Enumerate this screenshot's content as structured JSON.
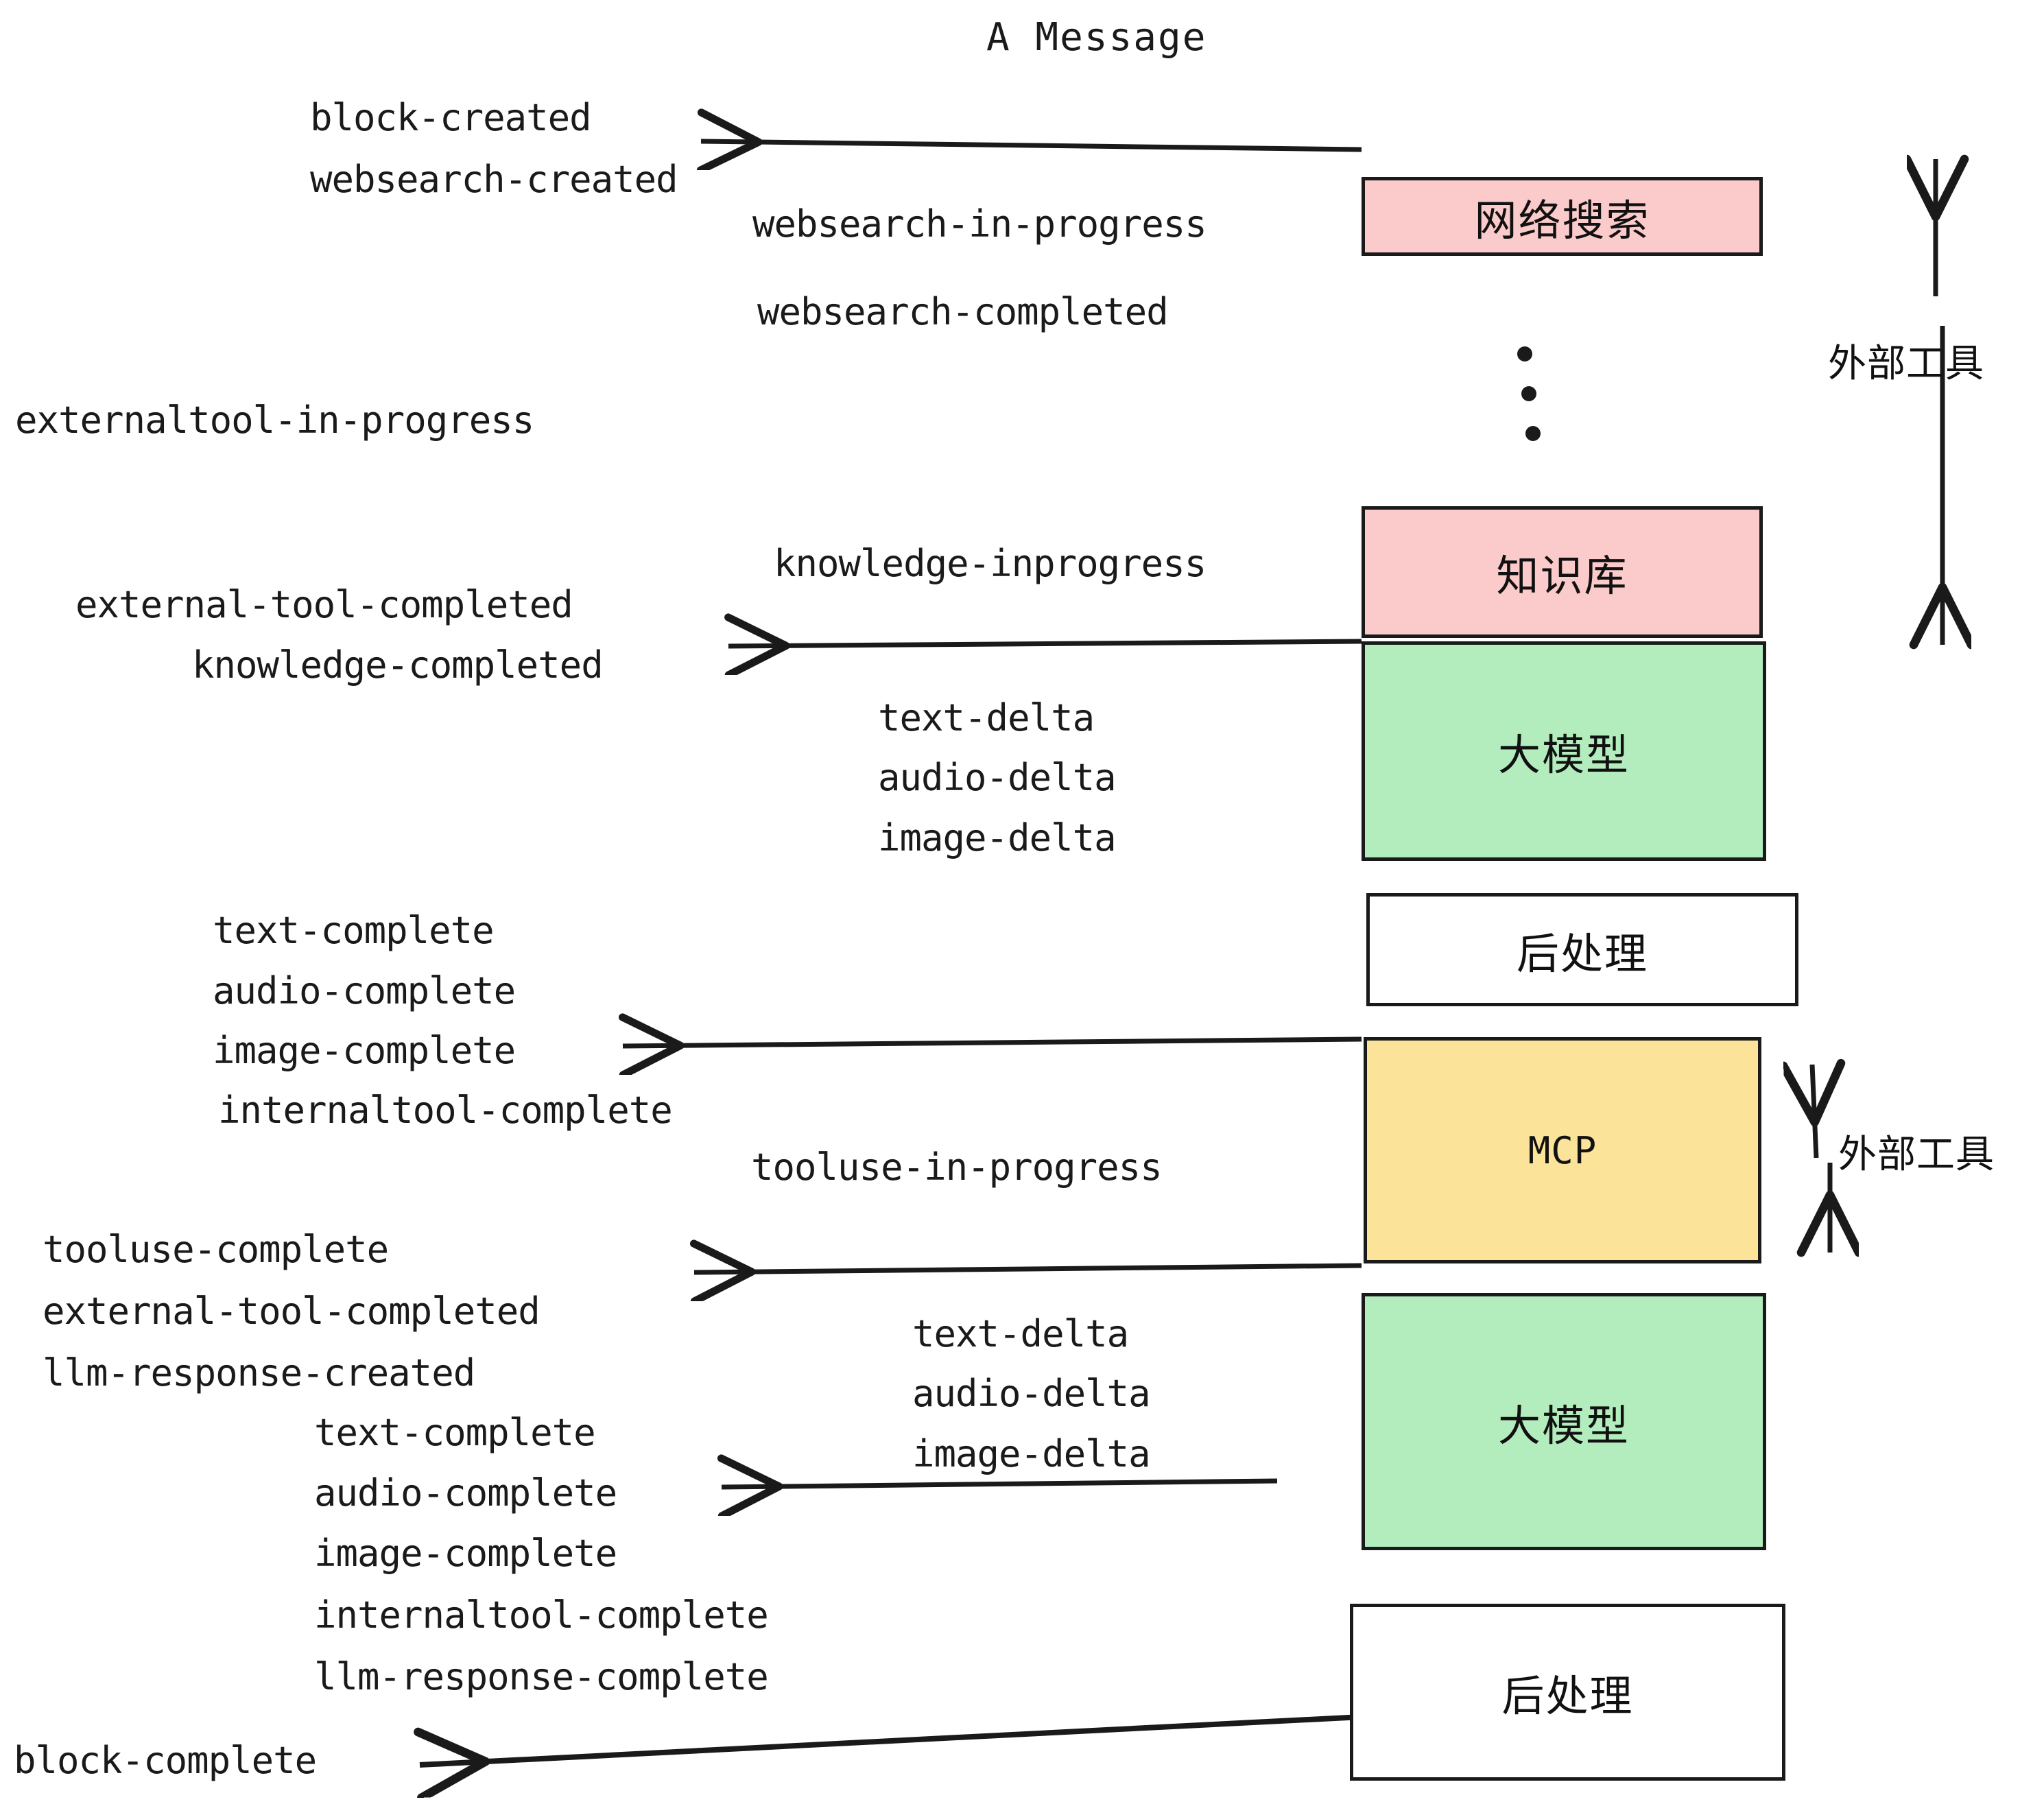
{
  "title": "A Message",
  "colors": {
    "pink": "#fbcaca",
    "green": "#b3edbd",
    "yellow": "#fbe49a",
    "white": "#ffffff",
    "stroke": "#1a1a1a",
    "text": "#1a1a1a"
  },
  "nodes": [
    {
      "id": "websearch",
      "label": "网络搜索",
      "fill": "#fbcaca"
    },
    {
      "id": "knowledge",
      "label": "知识库",
      "fill": "#fbcaca"
    },
    {
      "id": "llm-top",
      "label": "大模型",
      "fill": "#b3edbd"
    },
    {
      "id": "post-top",
      "label": "后处理",
      "fill": "#ffffff"
    },
    {
      "id": "mcp",
      "label": "MCP",
      "fill": "#fbe49a"
    },
    {
      "id": "llm-bottom",
      "label": "大模型",
      "fill": "#b3edbd"
    },
    {
      "id": "post-bottom",
      "label": "后处理",
      "fill": "#ffffff"
    }
  ],
  "side_labels": [
    {
      "id": "external-tools-top",
      "label": "外部工具"
    },
    {
      "id": "external-tools-bottom",
      "label": "外部工具"
    }
  ],
  "events": [
    {
      "id": "block-created",
      "label": "block-created"
    },
    {
      "id": "websearch-created",
      "label": "websearch-created"
    },
    {
      "id": "websearch-in-progress",
      "label": "websearch-in-progress"
    },
    {
      "id": "websearch-completed",
      "label": "websearch-completed"
    },
    {
      "id": "externaltool-in-progress",
      "label": "externaltool-in-progress"
    },
    {
      "id": "knowledge-inprogress",
      "label": "knowledge-inprogress"
    },
    {
      "id": "external-tool-completed-1",
      "label": "external-tool-completed"
    },
    {
      "id": "knowledge-completed",
      "label": "knowledge-completed"
    },
    {
      "id": "text-delta-1",
      "label": "text-delta"
    },
    {
      "id": "audio-delta-1",
      "label": "audio-delta"
    },
    {
      "id": "image-delta-1",
      "label": "image-delta"
    },
    {
      "id": "text-complete-1",
      "label": "text-complete"
    },
    {
      "id": "audio-complete-1",
      "label": "audio-complete"
    },
    {
      "id": "image-complete-1",
      "label": "image-complete"
    },
    {
      "id": "internaltool-complete-1",
      "label": "internaltool-complete"
    },
    {
      "id": "tooluse-in-progress",
      "label": "tooluse-in-progress"
    },
    {
      "id": "tooluse-complete",
      "label": "tooluse-complete"
    },
    {
      "id": "external-tool-completed-2",
      "label": "external-tool-completed"
    },
    {
      "id": "llm-response-created",
      "label": "llm-response-created"
    },
    {
      "id": "text-delta-2",
      "label": "text-delta"
    },
    {
      "id": "audio-delta-2",
      "label": "audio-delta"
    },
    {
      "id": "image-delta-2",
      "label": "image-delta"
    },
    {
      "id": "text-complete-2",
      "label": "text-complete"
    },
    {
      "id": "audio-complete-2",
      "label": "audio-complete"
    },
    {
      "id": "image-complete-2",
      "label": "image-complete"
    },
    {
      "id": "internaltool-complete-2",
      "label": "internaltool-complete"
    },
    {
      "id": "llm-response-complete",
      "label": "llm-response-complete"
    },
    {
      "id": "block-complete",
      "label": "block-complete"
    }
  ]
}
